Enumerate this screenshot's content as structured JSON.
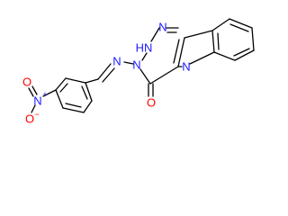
{
  "structure": {
    "atoms": [
      {
        "id": "n1",
        "label": "N",
        "color": "#1a1aff"
      },
      {
        "id": "n2h",
        "label": "HN",
        "color": "#1a1aff"
      },
      {
        "id": "n3",
        "label": "N",
        "color": "#1a1aff"
      },
      {
        "id": "n_imine",
        "label": "N",
        "color": "#1a1aff"
      },
      {
        "id": "n_indole",
        "label": "N",
        "color": "#1a1aff"
      },
      {
        "id": "o_carbonyl",
        "label": "O",
        "color": "#ff0000"
      },
      {
        "id": "n_nitro",
        "label": "N",
        "color": "#1a1aff"
      },
      {
        "id": "o_nitro_up",
        "label": "O",
        "color": "#ff0000"
      },
      {
        "id": "o_nitro_down",
        "label": "O",
        "color": "#ff0000"
      }
    ],
    "charges": {
      "n_nitro": "+",
      "o_nitro_down": "−"
    },
    "colors": {
      "bond": "#000000",
      "nitrogen": "#1a1aff",
      "oxygen": "#ff0000"
    }
  }
}
